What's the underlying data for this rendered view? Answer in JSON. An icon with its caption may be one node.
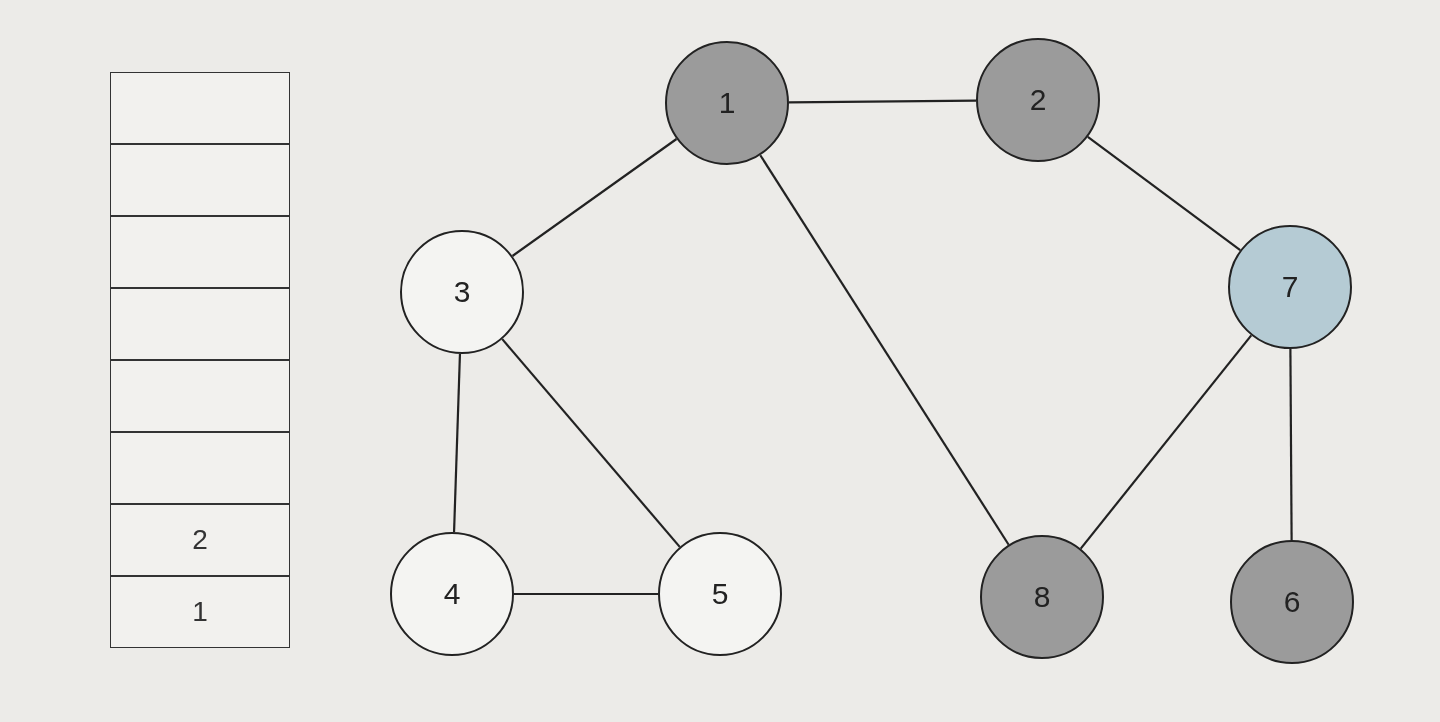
{
  "diagram": {
    "nodes": [
      {
        "text": [],
        "shape": "box"
      },
      {
        "text": [],
        "shape": "box"
      },
      {
        "text": [],
        "shape": "box"
      },
      {
        "text": [],
        "shape": "box"
      },
      {
        "text": [],
        "shape": "box"
      },
      {
        "text": [],
        "shape": "box"
      },
      {
        "text": [
          "2"
        ]
      },
      {
        "text": [
          "1"
        ]
      },
      {
        "text": [
          "1"
        ]
      },
      {
        "text": [
          "2"
        ]
      },
      {
        "text": [
          "3"
        ]
      },
      {
        "text": [
          "7"
        ]
      },
      {
        "text": [
          "4"
        ]
      },
      {
        "text": [
          "5"
        ]
      },
      {
        "text": [
          "8"
        ]
      },
      {
        "text": [
          "6"
        ]
      }
    ],
    "edges": [
      {
        "from": 8,
        "to": 9,
        "arrow": "none"
      },
      {
        "from": 8,
        "to": 10,
        "arrow": "none"
      },
      {
        "from": 8,
        "to": 14,
        "arrow": "none"
      },
      {
        "from": 9,
        "to": 11,
        "arrow": "none"
      },
      {
        "from": 10,
        "to": 12,
        "arrow": "none"
      },
      {
        "from": 10,
        "to": 13,
        "arrow": "none"
      },
      {
        "from": 12,
        "to": 13,
        "arrow": "none"
      },
      {
        "from": 11,
        "to": 14,
        "arrow": "none"
      },
      {
        "from": 11,
        "to": 15,
        "arrow": "none"
      }
    ]
  }
}
